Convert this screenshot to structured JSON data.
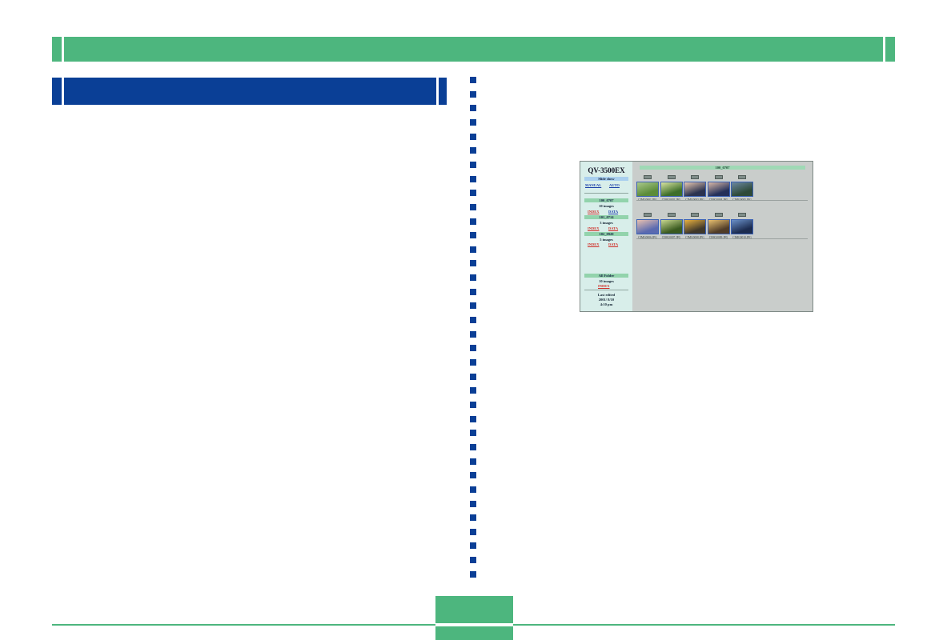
{
  "screenshot": {
    "sidebar": {
      "title": "QV-3500EX",
      "slideshow_label": "Slide show",
      "manual_link": "MANUAL",
      "auto_link": "AUTO",
      "folders": [
        {
          "name": "100_0707",
          "count": "10 images",
          "index": "INDEX",
          "data": "DATA"
        },
        {
          "name": "101_0714",
          "count": "3 images",
          "index": "INDEX",
          "data": "DATA"
        },
        {
          "name": "102_0920",
          "count": "5 images",
          "index": "INDEX",
          "data": "DATA"
        }
      ],
      "all_folder": {
        "name": "All Folder",
        "count": "10 images",
        "index": "INDEX"
      },
      "last_edited_label": "Last edited",
      "last_edited_date": "2001/ 8/10",
      "last_edited_time": "4:10 pm"
    },
    "folder_title": "100_0707",
    "thumbnails": [
      {
        "file": "CIMG0001.JPG",
        "icon": "camera-icon",
        "colors": [
          "#5c8c3a",
          "#a9c98a"
        ]
      },
      {
        "file": "CIMG0002.JPG",
        "icon": "camera-icon",
        "colors": [
          "#3e6e2a",
          "#d8e4a0"
        ]
      },
      {
        "file": "CIMG0003.JPG",
        "icon": "portrait-icon",
        "colors": [
          "#2b3350",
          "#e8c8b0"
        ]
      },
      {
        "file": "CIMG0004.JPG",
        "icon": "portrait-icon",
        "colors": [
          "#24305a",
          "#d9b8a6"
        ]
      },
      {
        "file": "CIMG0005.JPG",
        "icon": "camera-icon",
        "colors": [
          "#2e4a38",
          "#6c88a0"
        ]
      },
      {
        "file": "CIMG0006.JPG",
        "icon": "camera-icon",
        "colors": [
          "#5a6ab0",
          "#e8c0b0"
        ]
      },
      {
        "file": "CIMG0007.JPG",
        "icon": "camera-icon",
        "colors": [
          "#3a5a20",
          "#c8d890"
        ]
      },
      {
        "file": "CIMG0008.JPG",
        "icon": "landscape-icon",
        "colors": [
          "#40382a",
          "#e8b040"
        ]
      },
      {
        "file": "CIMG0009.JPG",
        "icon": "camera-icon",
        "colors": [
          "#503c28",
          "#e8c070"
        ]
      },
      {
        "file": "CIMG0010.JPG",
        "icon": "night-icon",
        "colors": [
          "#1c2c50",
          "#6a90c8"
        ]
      }
    ]
  }
}
